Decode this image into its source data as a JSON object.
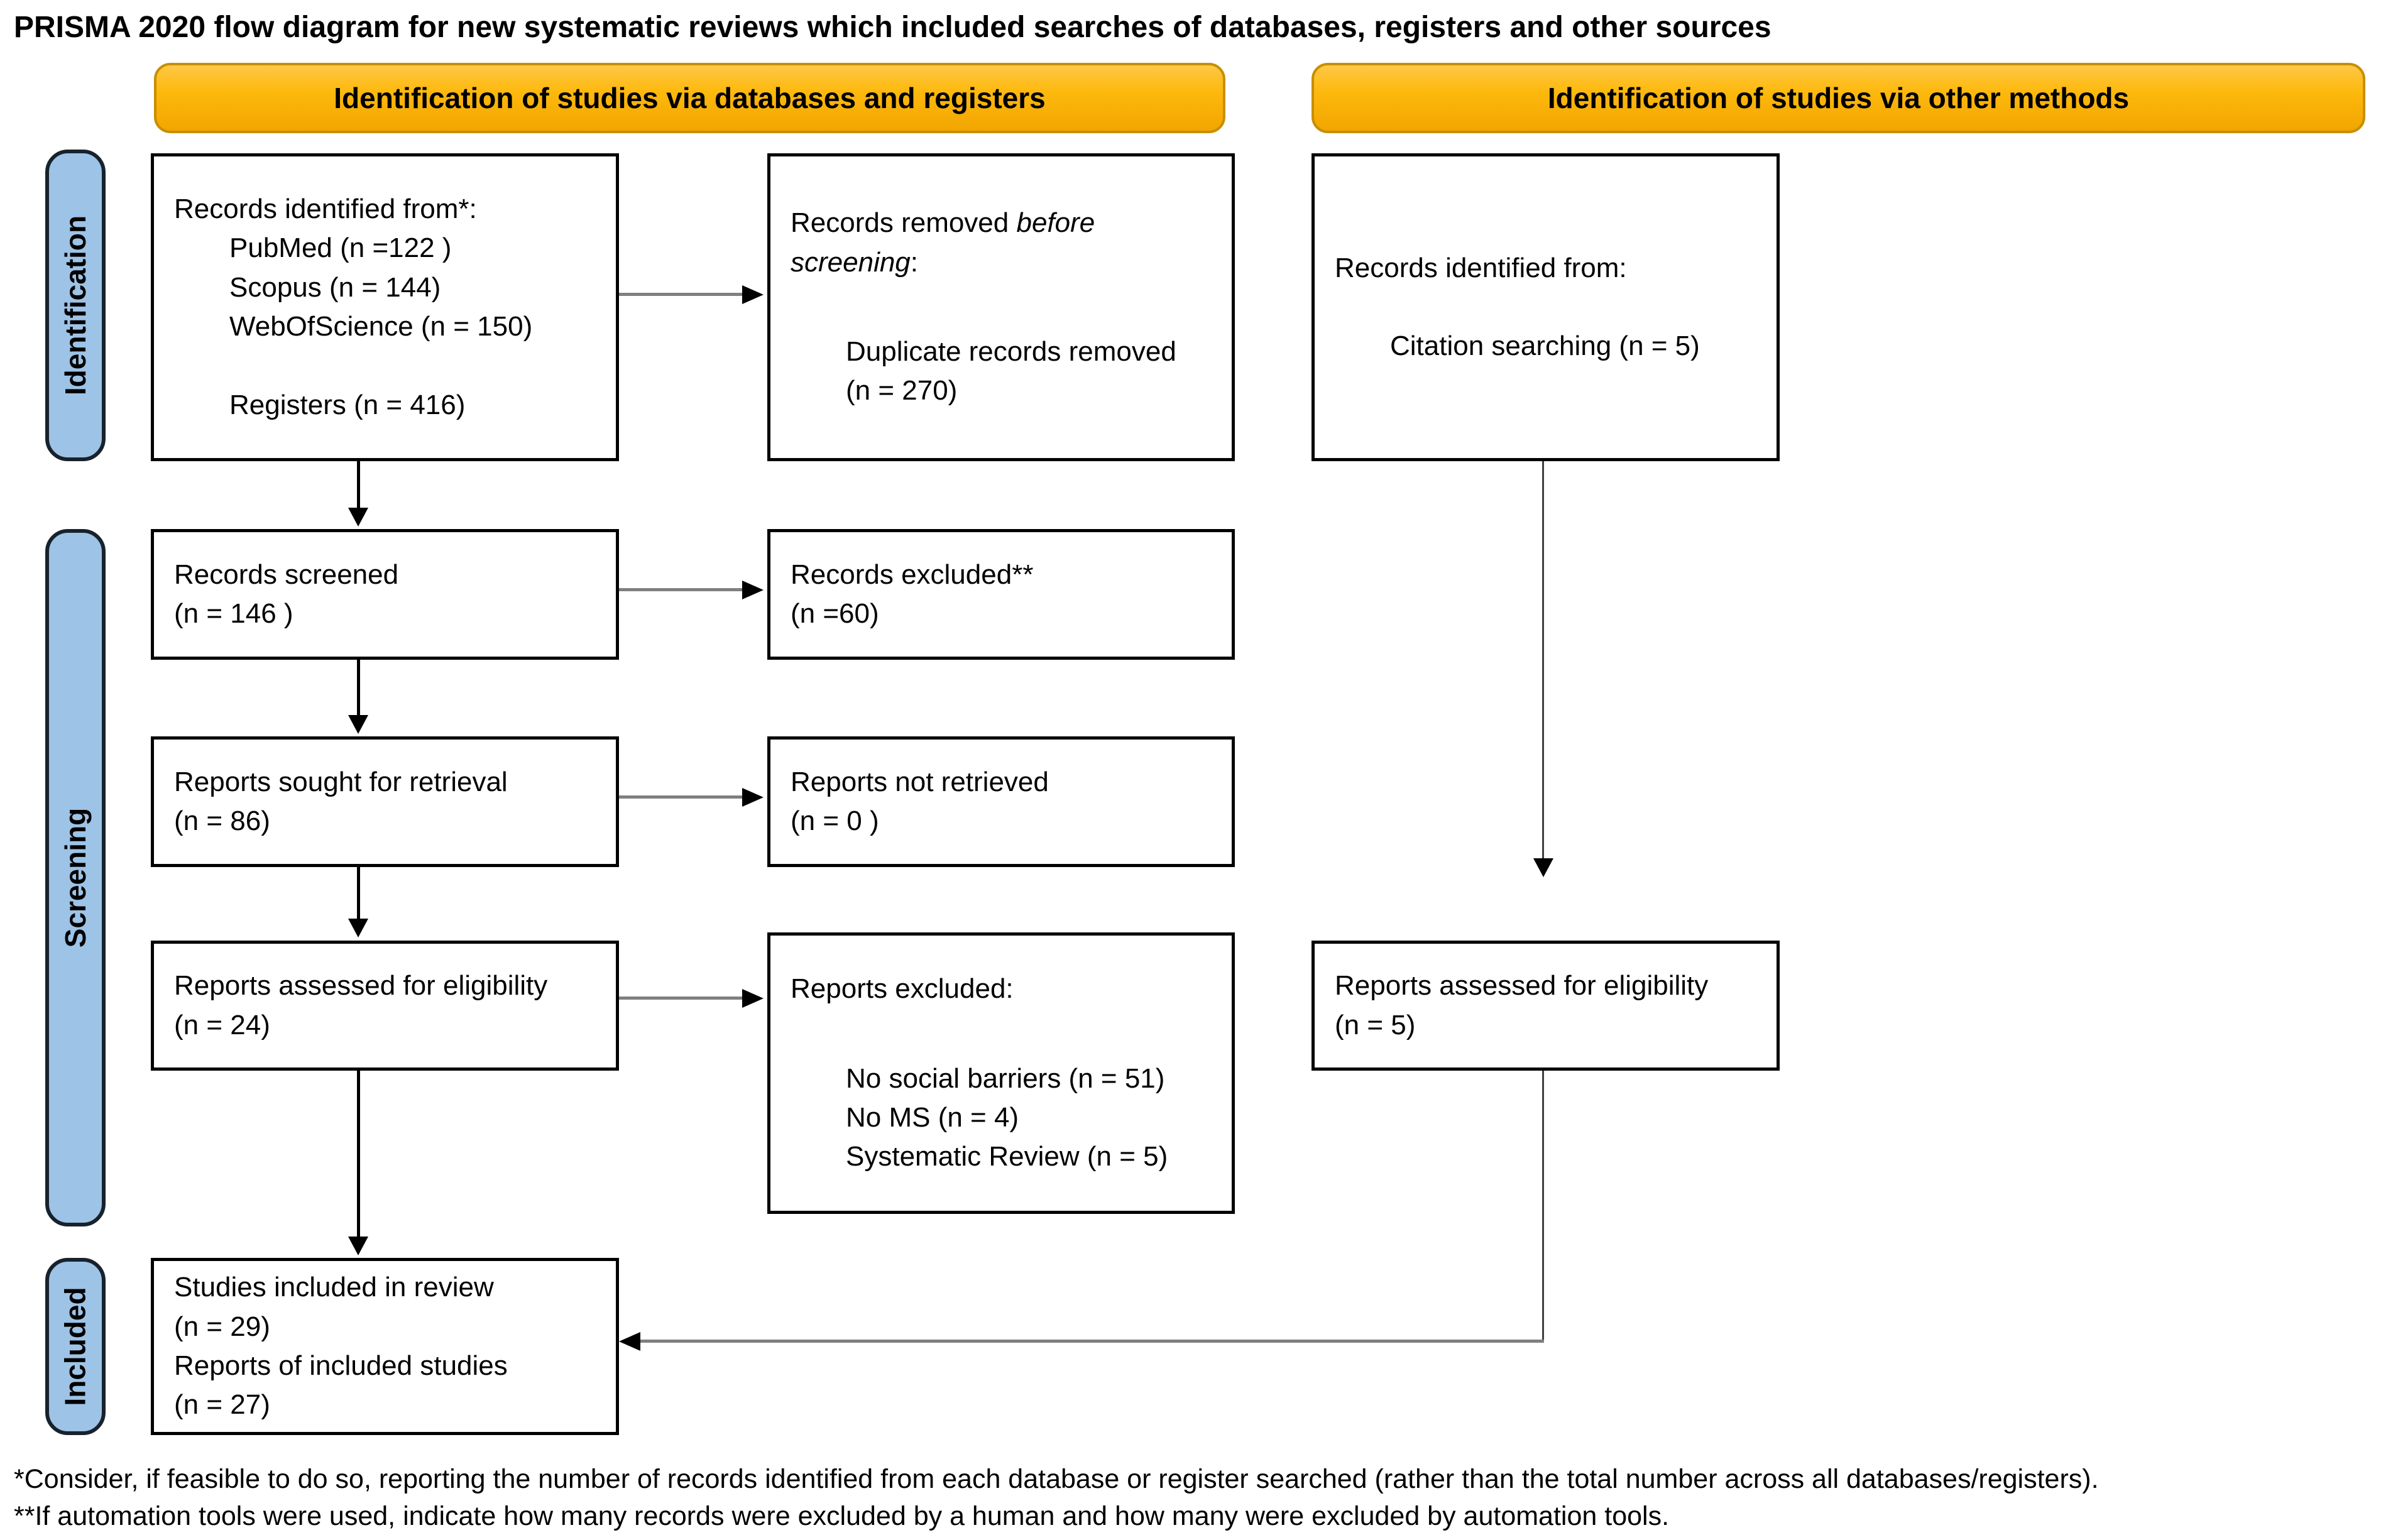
{
  "title": "PRISMA 2020 flow diagram for new systematic reviews which included searches of databases, registers and other sources",
  "banners": {
    "left": "Identification of studies via databases and registers",
    "right": "Identification of studies via other methods"
  },
  "stages": {
    "identification": "Identification",
    "screening": "Screening",
    "included": "Included"
  },
  "boxes": {
    "records_identified": {
      "heading": "Records identified from*:",
      "sources": [
        "PubMed (n =122 )",
        "Scopus (n = 144)",
        "WebOfScience (n = 150)"
      ],
      "registers": "Registers (n = 416)"
    },
    "records_removed": {
      "heading_prefix": "Records removed ",
      "heading_italic": "before screening",
      "heading_suffix": ":",
      "lines": [
        "Duplicate records removed",
        "(n = 270)"
      ]
    },
    "records_identified_other": {
      "heading": "Records identified from:",
      "item": "Citation searching (n = 5)"
    },
    "records_screened": {
      "lines": [
        "Records screened",
        "(n = 146 )"
      ]
    },
    "records_excluded": {
      "lines": [
        "Records excluded**",
        "(n =60)"
      ]
    },
    "reports_sought": {
      "lines": [
        "Reports sought for retrieval",
        "(n = 86)"
      ]
    },
    "reports_not_retrieved": {
      "lines": [
        "Reports not retrieved",
        "(n = 0 )"
      ]
    },
    "reports_assessed": {
      "lines": [
        "Reports assessed for eligibility",
        "(n = 24)"
      ]
    },
    "reports_excluded": {
      "heading": "Reports excluded:",
      "reasons": [
        "No social barriers (n = 51)",
        "No MS (n = 4)",
        "Systematic Review (n = 5)"
      ]
    },
    "reports_assessed_other": {
      "lines": [
        "Reports assessed for eligibility",
        "(n = 5)"
      ]
    },
    "studies_included": {
      "lines": [
        "Studies included in review",
        "(n = 29)",
        "Reports of included studies",
        "(n = 27)"
      ]
    }
  },
  "footnotes": [
    "*Consider, if feasible to do so, reporting the number of records identified from each database or register searched (rather than the total number across all databases/registers).",
    "**If automation tools were used, indicate how many records were excluded by a human and how many were excluded by automation tools."
  ],
  "colors": {
    "banner_fill": "#FDB90D",
    "banner_border": "#C78F00",
    "stage_fill": "#9DC3E6",
    "stage_border": "#18222C",
    "box_border": "#000000",
    "connector_gray": "#7F7F7F"
  }
}
